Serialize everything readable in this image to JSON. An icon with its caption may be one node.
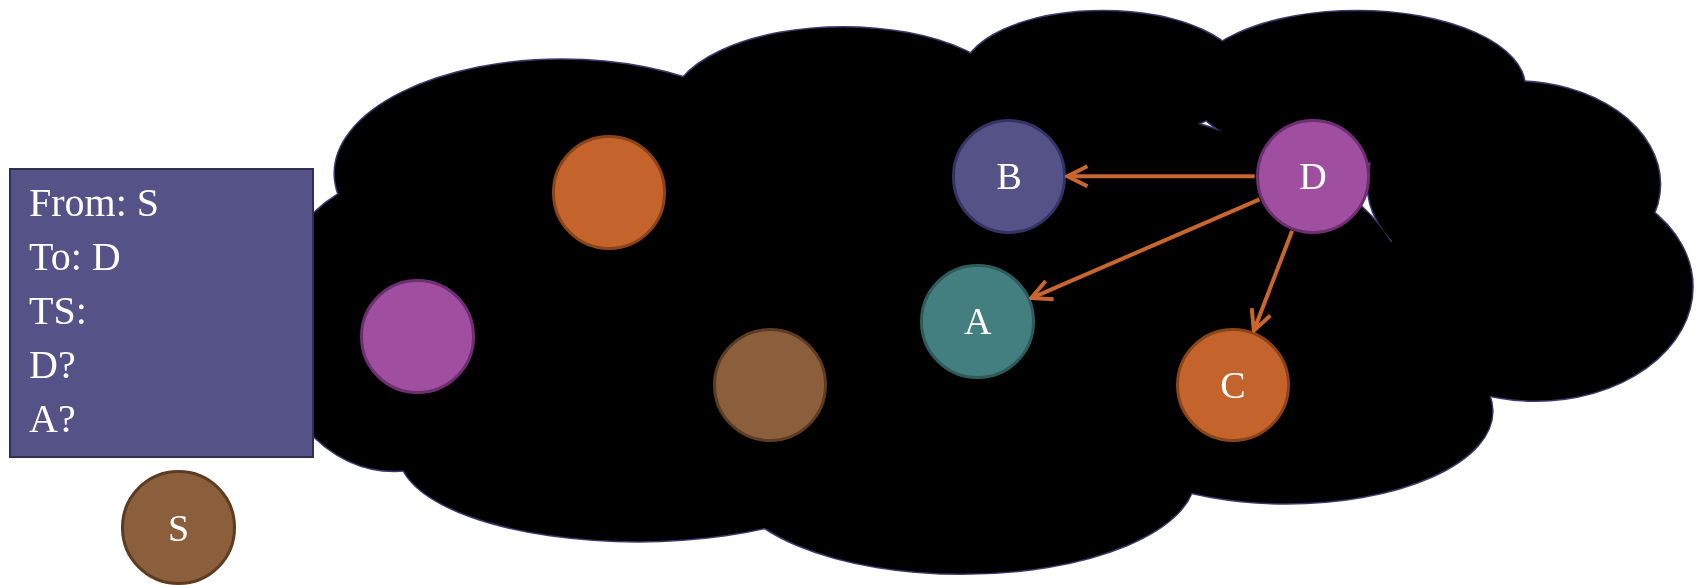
{
  "diagram": {
    "nodes": [
      {
        "text": [],
        "shape": "cloud"
      },
      {
        "text": [
          "From: S",
          "To: D",
          "TS:",
          "D?",
          "A?"
        ]
      },
      {
        "text": [],
        "shape": "circle",
        "in": 0
      },
      {
        "text": [],
        "shape": "circle"
      },
      {
        "text": [],
        "shape": "circle",
        "in": 0
      },
      {
        "text": [
          "B"
        ],
        "in": 0
      },
      {
        "text": [
          "D"
        ],
        "in": 0
      },
      {
        "text": [
          "A"
        ],
        "in": 0
      },
      {
        "text": [
          "C"
        ],
        "in": 0
      },
      {
        "text": [
          "S"
        ]
      }
    ],
    "edges": [
      {
        "from": 6,
        "to": 5,
        "arrow": "to"
      },
      {
        "from": 6,
        "to": 7,
        "arrow": "to"
      },
      {
        "from": 6,
        "to": 8,
        "arrow": "to"
      }
    ]
  }
}
